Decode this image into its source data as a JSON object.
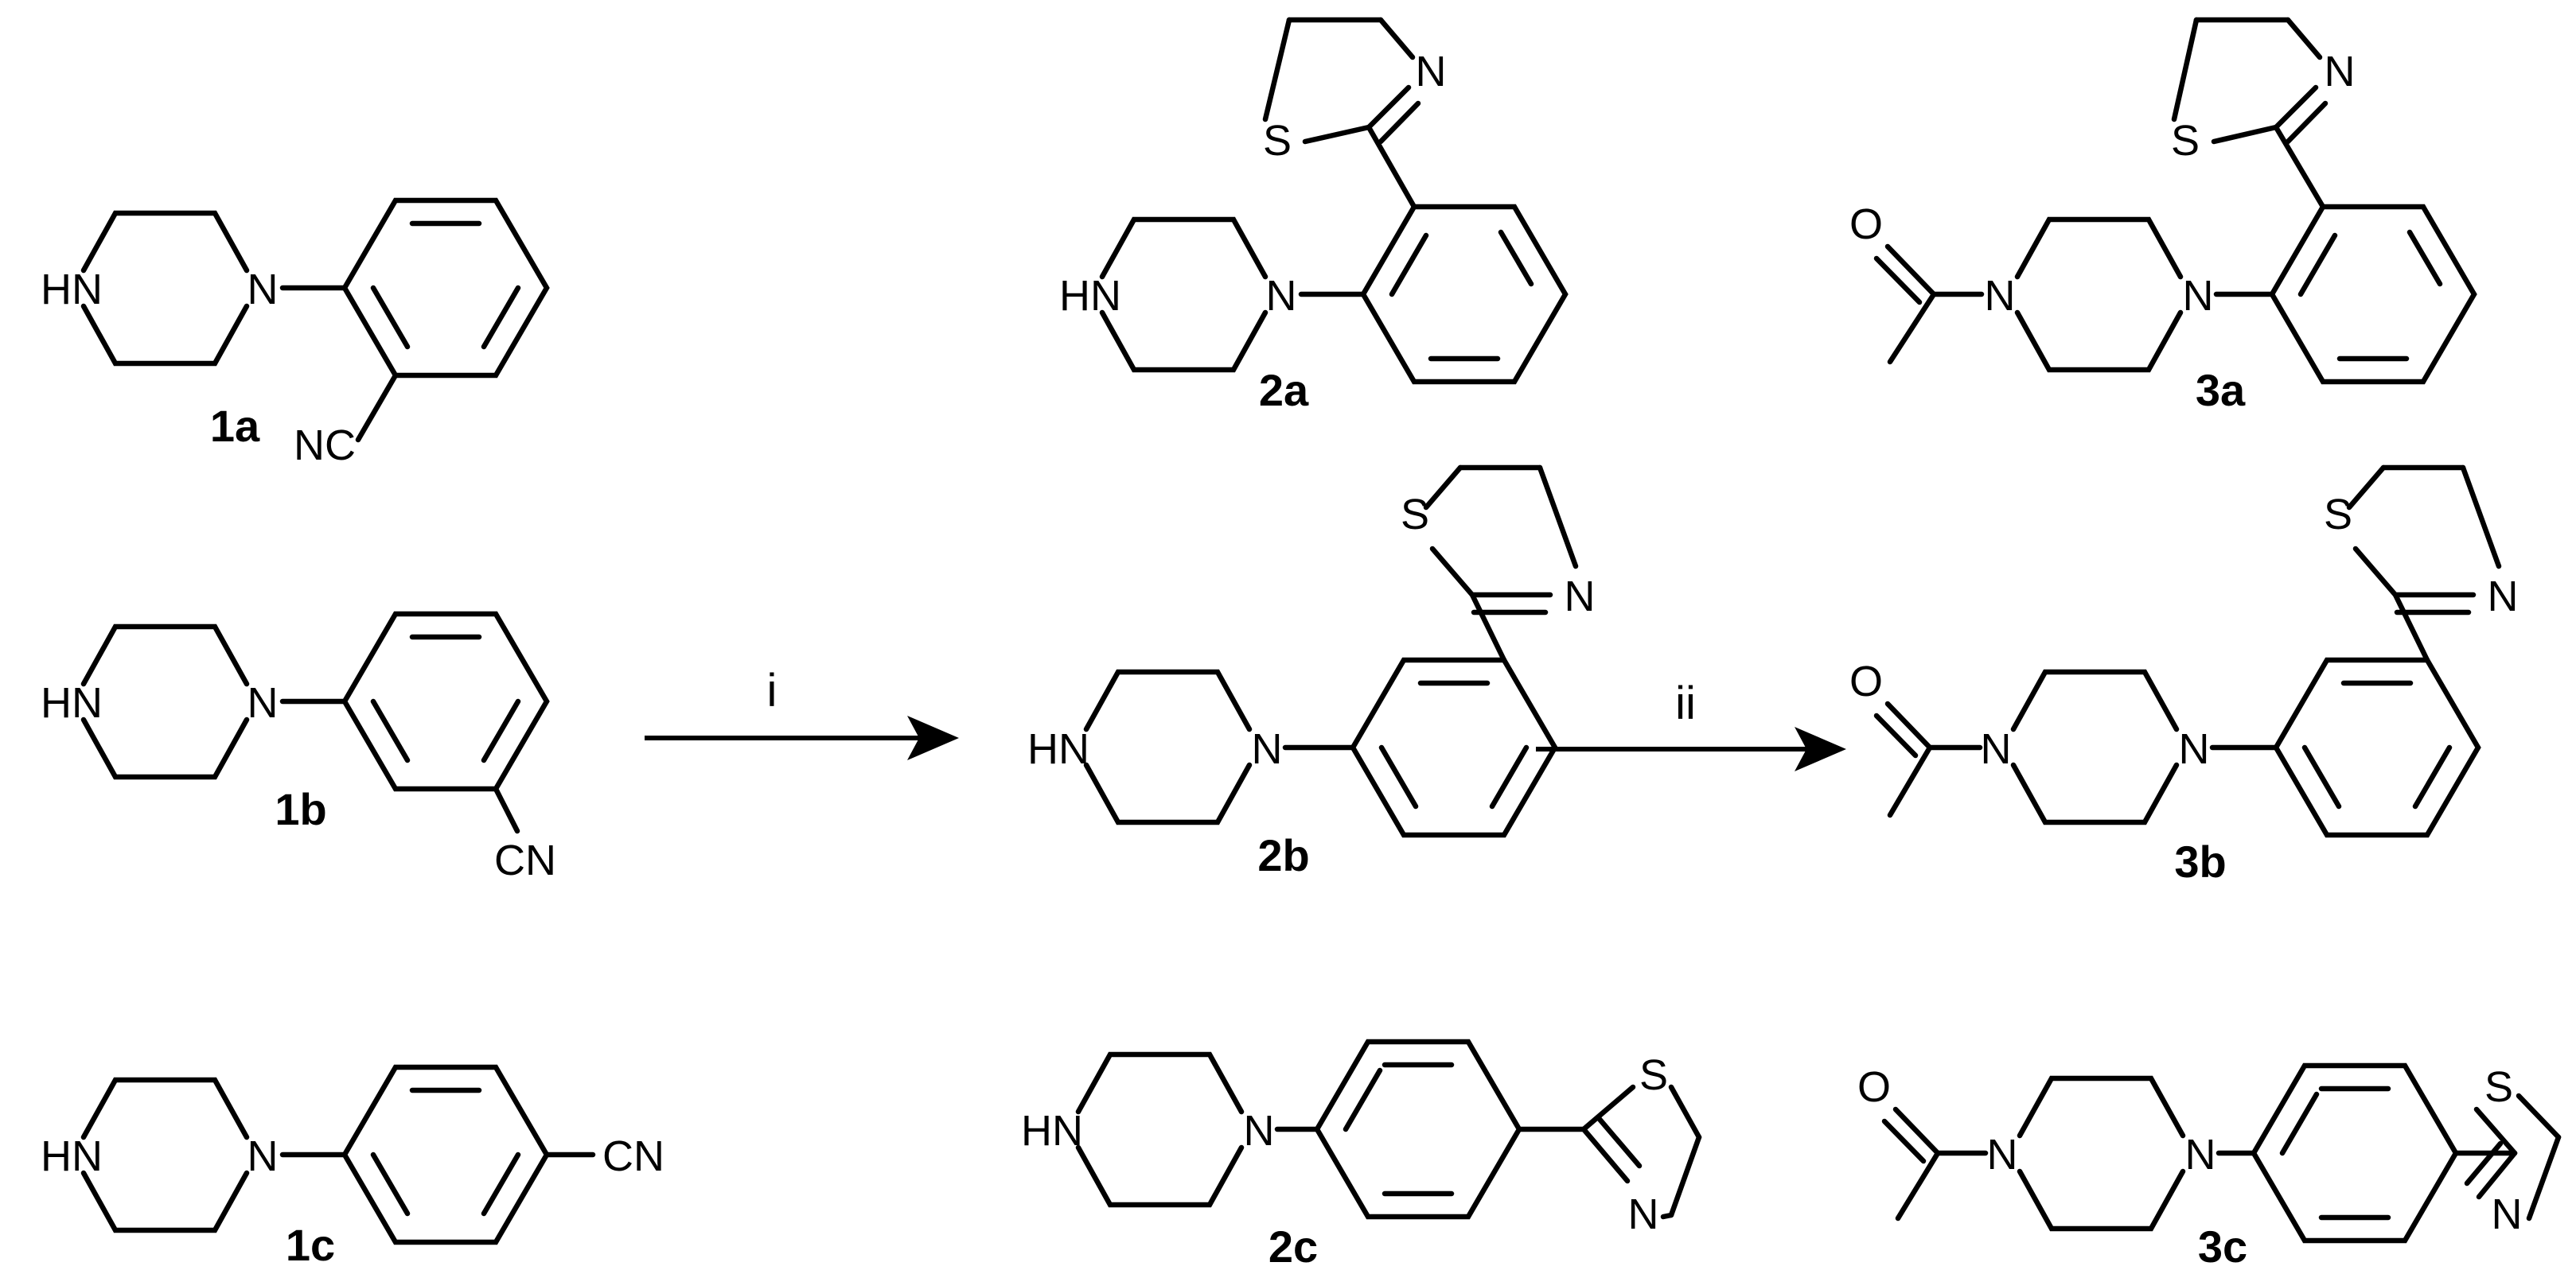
{
  "scheme": {
    "reagents": {
      "step_1": "i",
      "step_2": "ii"
    },
    "compounds": [
      {
        "id": "1a",
        "label": "1a",
        "groups": [
          "HN",
          "N",
          "NC"
        ]
      },
      {
        "id": "1b",
        "label": "1b",
        "groups": [
          "HN",
          "N",
          "CN"
        ]
      },
      {
        "id": "1c",
        "label": "1c",
        "groups": [
          "HN",
          "N",
          "CN"
        ]
      },
      {
        "id": "2a",
        "label": "2a",
        "groups": [
          "HN",
          "N",
          "S",
          "N"
        ]
      },
      {
        "id": "2b",
        "label": "2b",
        "groups": [
          "HN",
          "N",
          "S",
          "N"
        ]
      },
      {
        "id": "2c",
        "label": "2c",
        "groups": [
          "HN",
          "N",
          "S",
          "N"
        ]
      },
      {
        "id": "3a",
        "label": "3a",
        "groups": [
          "O",
          "N",
          "N",
          "S",
          "N"
        ]
      },
      {
        "id": "3b",
        "label": "3b",
        "groups": [
          "O",
          "N",
          "N",
          "S",
          "N"
        ]
      },
      {
        "id": "3c",
        "label": "3c",
        "groups": [
          "O",
          "N",
          "N",
          "S",
          "N"
        ]
      }
    ]
  }
}
